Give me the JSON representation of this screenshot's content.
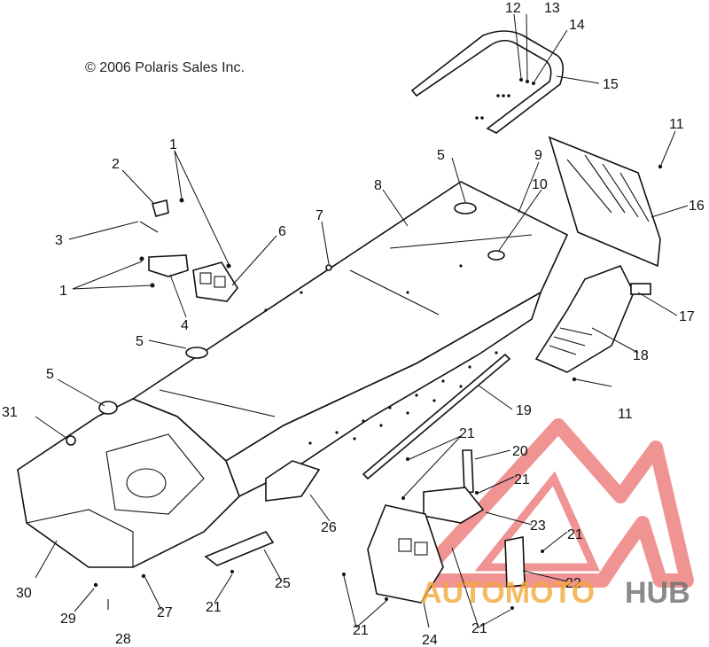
{
  "copyright": "© 2006 Polaris Sales Inc.",
  "callouts": [
    {
      "id": "c1a",
      "text": "1"
    },
    {
      "id": "c1b",
      "text": "1"
    },
    {
      "id": "c2",
      "text": "2"
    },
    {
      "id": "c3",
      "text": "3"
    },
    {
      "id": "c4",
      "text": "4"
    },
    {
      "id": "c5a",
      "text": "5"
    },
    {
      "id": "c5b",
      "text": "5"
    },
    {
      "id": "c5c",
      "text": "5"
    },
    {
      "id": "c6",
      "text": "6"
    },
    {
      "id": "c7",
      "text": "7"
    },
    {
      "id": "c8",
      "text": "8"
    },
    {
      "id": "c9",
      "text": "9"
    },
    {
      "id": "c10",
      "text": "10"
    },
    {
      "id": "c11a",
      "text": "11"
    },
    {
      "id": "c11b",
      "text": "11"
    },
    {
      "id": "c12",
      "text": "12"
    },
    {
      "id": "c13",
      "text": "13"
    },
    {
      "id": "c14",
      "text": "14"
    },
    {
      "id": "c15",
      "text": "15"
    },
    {
      "id": "c16",
      "text": "16"
    },
    {
      "id": "c17",
      "text": "17"
    },
    {
      "id": "c18",
      "text": "18"
    },
    {
      "id": "c19",
      "text": "19"
    },
    {
      "id": "c20",
      "text": "20"
    },
    {
      "id": "c21a",
      "text": "21"
    },
    {
      "id": "c21b",
      "text": "21"
    },
    {
      "id": "c21c",
      "text": "21"
    },
    {
      "id": "c21d",
      "text": "21"
    },
    {
      "id": "c21e",
      "text": "21"
    },
    {
      "id": "c21f",
      "text": "21"
    },
    {
      "id": "c22",
      "text": "22"
    },
    {
      "id": "c23",
      "text": "23"
    },
    {
      "id": "c24",
      "text": "24"
    },
    {
      "id": "c25",
      "text": "25"
    },
    {
      "id": "c26",
      "text": "26"
    },
    {
      "id": "c27",
      "text": "27"
    },
    {
      "id": "c28",
      "text": "28"
    },
    {
      "id": "c29",
      "text": "29"
    },
    {
      "id": "c30",
      "text": "30"
    },
    {
      "id": "c31",
      "text": "31"
    }
  ],
  "watermark": {
    "text_left": "AUTOMOTO",
    "text_right": "HUB",
    "color_red": "#e23b3b",
    "color_gray": "#6f6f6f",
    "color_gold": "#f2a93b",
    "logo_icon": "triangle-m-logo-icon"
  }
}
